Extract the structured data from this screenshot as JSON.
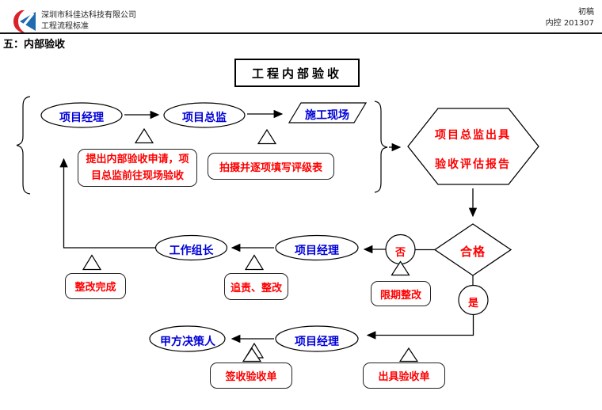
{
  "header": {
    "company": "深圳市科佳达科技有限公司",
    "subtitle": "工程流程标准",
    "draft_label": "初稿",
    "control_label": "内控 201307",
    "section_title": "五：内部验收"
  },
  "flow": {
    "title": "工程内部验收",
    "row1": {
      "pm": "项目经理",
      "director": "项目总监",
      "site": "施工现场"
    },
    "report_hexagon": {
      "line1": "项目总监出具",
      "line2": "验收评估报告"
    },
    "callouts": {
      "apply_line1": "提出内部验收申请，项",
      "apply_line2": "目总监前往现场验收",
      "photo": "拍摄并逐项填写评级表"
    },
    "decision": {
      "label": "合格",
      "no": "否",
      "yes": "是"
    },
    "row2": {
      "leader": "工作组长",
      "pm": "项目经理"
    },
    "row3": {
      "client": "甲方决策人",
      "pm": "项目经理"
    },
    "actions": {
      "rectify_done": "整改完成",
      "accountability": "追责、整改",
      "deadline": "限期整改",
      "sign": "签收验收单",
      "issue": "出具验收单"
    }
  },
  "colors": {
    "node_text_blue": "#0000d8",
    "action_text_red": "#fe0000",
    "line_black": "#000000",
    "logo_red": "#d9232a",
    "logo_blue": "#1e6bb0"
  }
}
